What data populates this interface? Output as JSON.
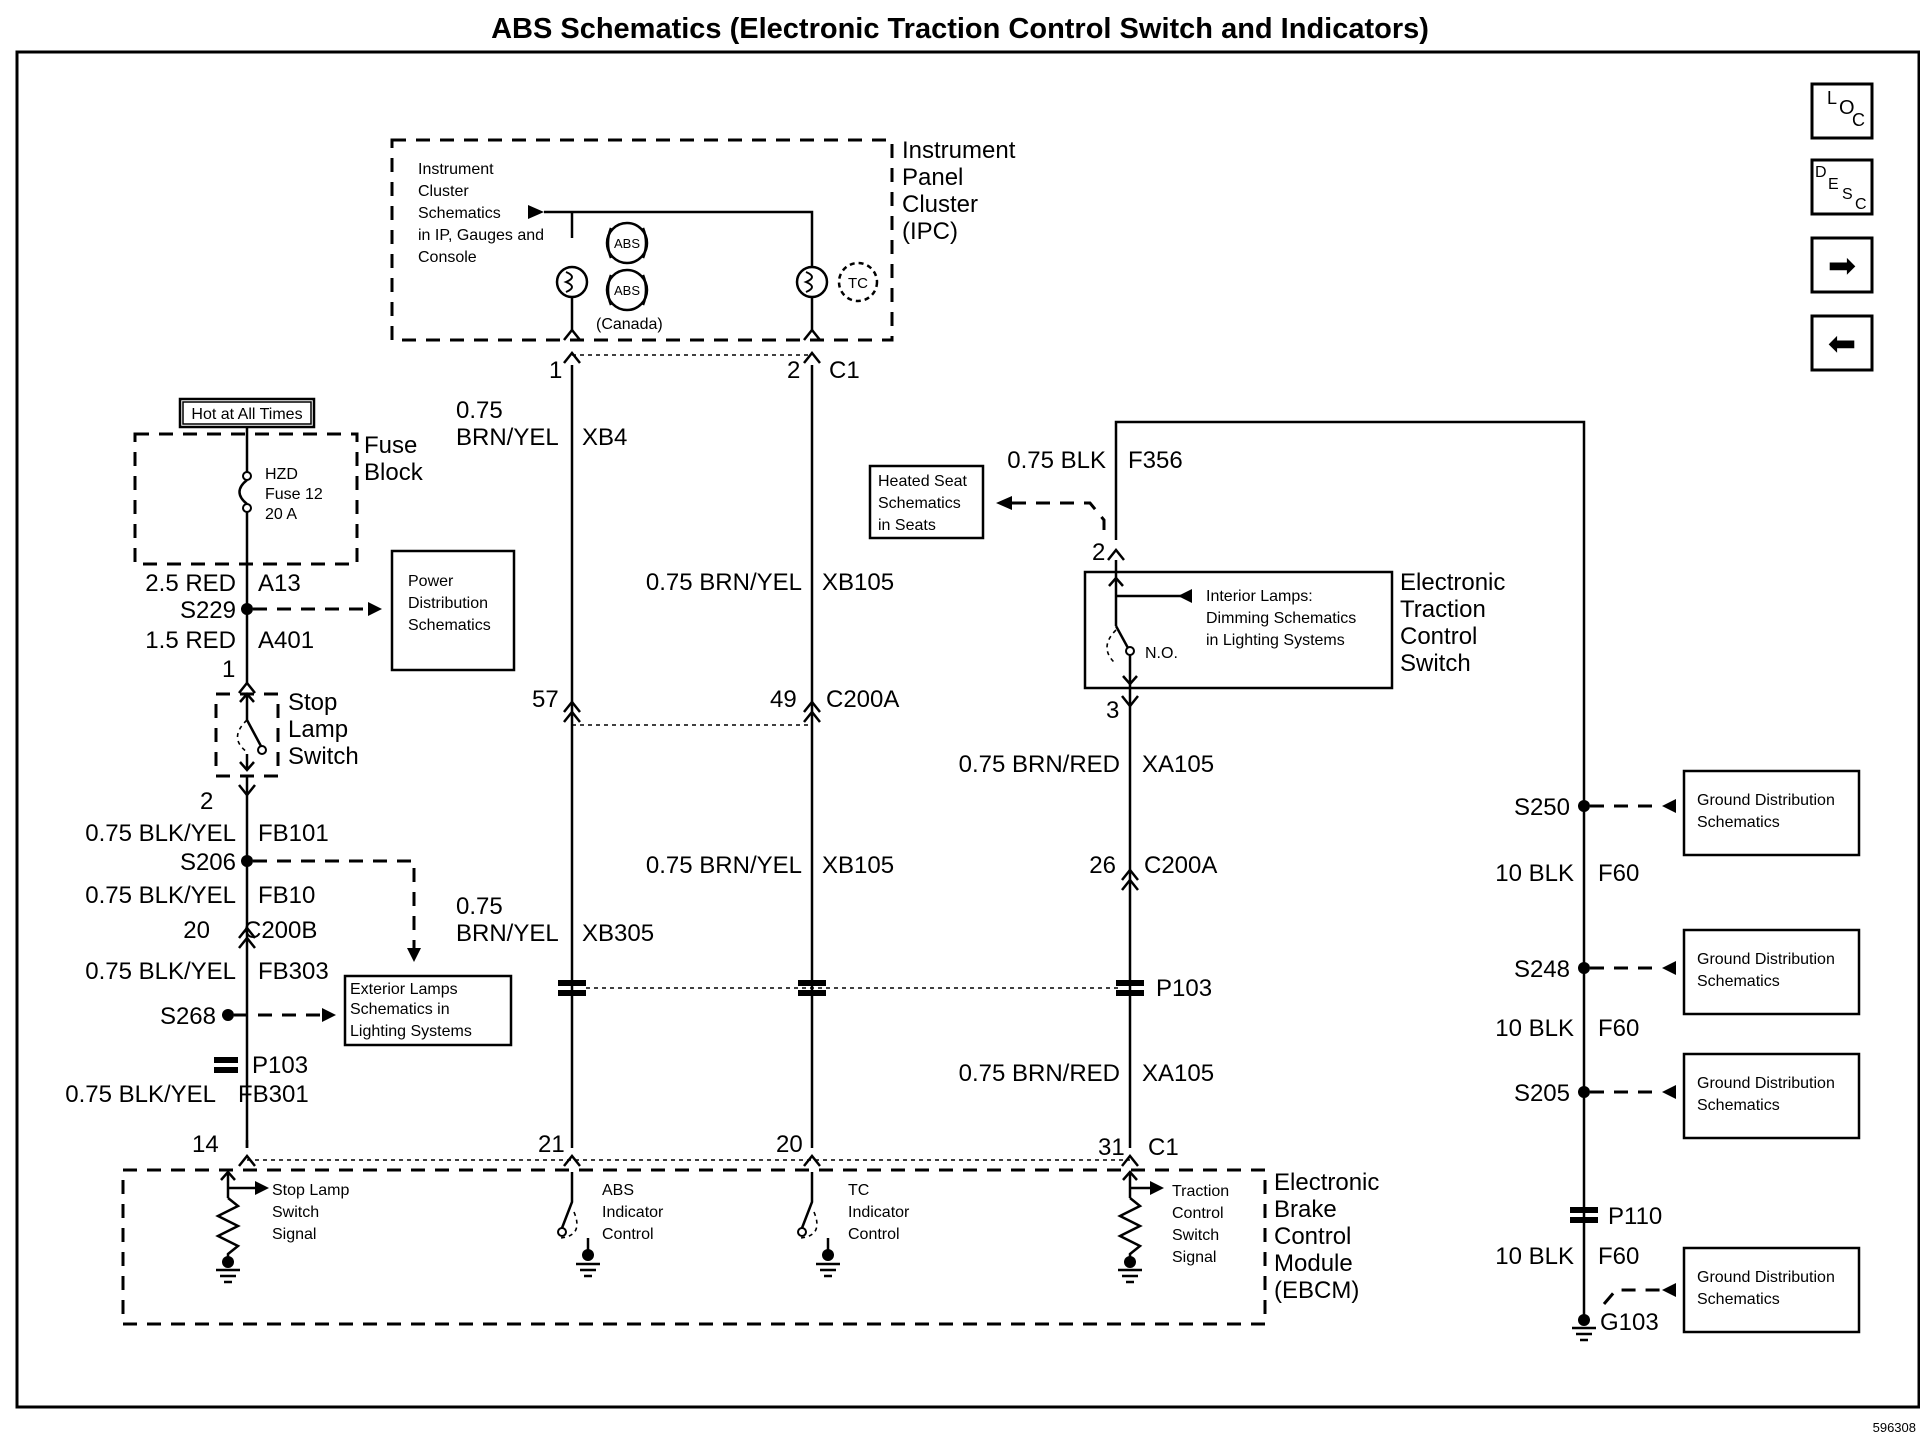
{
  "title": "ABS Schematics (Electronic Traction Control Switch and Indicators)",
  "ref_number": "596308",
  "nav": {
    "loc": {
      "a": "L",
      "b": "O",
      "c": "C"
    },
    "desc": {
      "a": "D",
      "b": "E",
      "c": "S",
      "d": "C"
    },
    "next": "➡",
    "prev": "⬅"
  },
  "ipc": {
    "label": [
      "Instrument",
      "Panel",
      "Cluster",
      "(IPC)"
    ],
    "ref": [
      "Instrument",
      "Cluster",
      "Schematics",
      "in IP, Gauges and",
      "Console"
    ],
    "abs": "ABS",
    "canada": "(Canada)",
    "tc": "TC",
    "pin1": "1",
    "pin2": "2",
    "conn": "C1"
  },
  "fuse_block": {
    "hot": "Hot at All Times",
    "label": [
      "Fuse",
      "Block"
    ],
    "fuse": [
      "HZD",
      "Fuse 12",
      "20 A"
    ]
  },
  "left_circuit": {
    "w1": "2.5 RED",
    "c1": "A13",
    "splice1": "S229",
    "w2": "1.5 RED",
    "c2": "A401",
    "pin1": "1",
    "pin2": "2",
    "switch": [
      "Stop",
      "Lamp",
      "Switch"
    ],
    "w3": "0.75 BLK/YEL",
    "c3": "FB101",
    "splice2": "S206",
    "w4": "0.75 BLK/YEL",
    "c4": "FB10",
    "pin20": "20",
    "conn20": "C200B",
    "w5": "0.75 BLK/YEL",
    "c5": "FB303",
    "splice3": "S268",
    "p103": "P103",
    "w6": "0.75 BLK/YEL",
    "c6": "FB301",
    "pin14": "14"
  },
  "power_dist": [
    "Power",
    "Distribution",
    "Schematics"
  ],
  "ext_lamps": [
    "Exterior Lamps",
    "Schematics in",
    "Lighting  Systems"
  ],
  "abs_circuit": {
    "w1a": "0.75",
    "w1b": "BRN/YEL",
    "c1": "XB4",
    "pin57": "57",
    "w2a": "0.75",
    "w2b": "BRN/YEL",
    "c2": "XB305",
    "pin21": "21"
  },
  "tc_circuit": {
    "w1": "0.75 BRN/YEL",
    "c1": "XB105",
    "pin49": "49",
    "conn": "C200A",
    "w2": "0.75 BRN/YEL",
    "c2": "XB105",
    "pin20": "20"
  },
  "etcs": {
    "w0": "0.75 BLK",
    "c0": "F356",
    "heated": [
      "Heated Seat",
      "Schematics",
      "in Seats"
    ],
    "pin2": "2",
    "dimming": [
      "Interior Lamps:",
      "Dimming Schematics",
      "in Lighting Systems"
    ],
    "no": "N.O.",
    "label": [
      "Electronic",
      "Traction",
      "Control",
      "Switch"
    ],
    "pin3": "3",
    "w1": "0.75 BRN/RED",
    "c1": "XA105",
    "pin26": "26",
    "conn26": "C200A",
    "p103": "P103",
    "w2": "0.75 BRN/RED",
    "c2": "XA105",
    "pin31": "31",
    "conn31": "C1"
  },
  "ebcm": {
    "label": [
      "Electronic",
      "Brake",
      "Control",
      "Module",
      "(EBCM)"
    ],
    "stop": [
      "Stop Lamp",
      "Switch",
      "Signal"
    ],
    "abs": [
      "ABS",
      "Indicator",
      "Control"
    ],
    "tc": [
      "TC",
      "Indicator",
      "Control"
    ],
    "tcs": [
      "Traction",
      "Control",
      "Switch",
      "Signal"
    ]
  },
  "ground": {
    "s250": "S250",
    "w1": "10 BLK",
    "c1": "F60",
    "s248": "S248",
    "w2": "10 BLK",
    "c2": "F60",
    "s205": "S205",
    "p110": "P110",
    "w3": "10 BLK",
    "c3": "F60",
    "g103": "G103",
    "ref": [
      "Ground Distribution",
      "Schematics"
    ]
  }
}
